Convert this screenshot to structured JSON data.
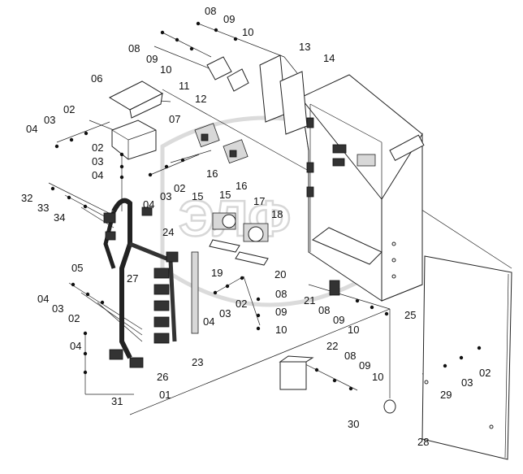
{
  "diagram": {
    "callouts": [
      "08",
      "09",
      "10",
      "08",
      "09",
      "10",
      "13",
      "14",
      "11",
      "12",
      "06",
      "07",
      "02",
      "03",
      "04",
      "02",
      "03",
      "04",
      "04",
      "03",
      "02",
      "16",
      "15",
      "16",
      "15",
      "17",
      "18",
      "32",
      "33",
      "34",
      "24",
      "05",
      "19",
      "20",
      "27",
      "21",
      "08",
      "09",
      "10",
      "25",
      "08",
      "09",
      "10",
      "04",
      "03",
      "02",
      "04",
      "03",
      "02",
      "04",
      "23",
      "22",
      "08",
      "09",
      "10",
      "26",
      "31",
      "01",
      "30",
      "28",
      "29",
      "03",
      "02"
    ]
  }
}
